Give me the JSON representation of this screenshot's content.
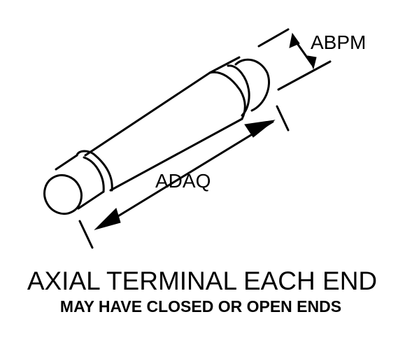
{
  "drawing": {
    "length_label": "ADAQ",
    "diameter_label": "ABPM"
  },
  "caption": {
    "title": "AXIAL TERMINAL EACH END",
    "subtitle": "MAY HAVE CLOSED OR OPEN ENDS"
  },
  "colors": {
    "ink": "#000000",
    "background": "#ffffff"
  }
}
